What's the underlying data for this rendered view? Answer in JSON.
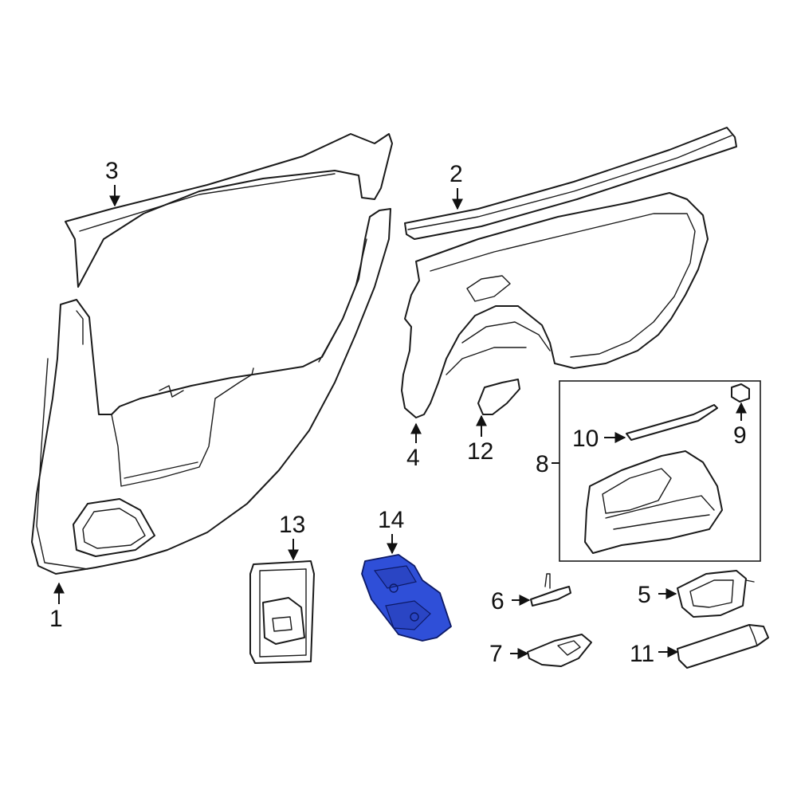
{
  "diagram": {
    "highlight_color": "#2f4fd8",
    "line_color": "#1a1a1a",
    "callouts": [
      {
        "id": "1",
        "label": "1"
      },
      {
        "id": "2",
        "label": "2"
      },
      {
        "id": "3",
        "label": "3"
      },
      {
        "id": "4",
        "label": "4"
      },
      {
        "id": "5",
        "label": "5"
      },
      {
        "id": "6",
        "label": "6"
      },
      {
        "id": "7",
        "label": "7"
      },
      {
        "id": "8",
        "label": "8"
      },
      {
        "id": "9",
        "label": "9"
      },
      {
        "id": "10",
        "label": "10"
      },
      {
        "id": "11",
        "label": "11"
      },
      {
        "id": "12",
        "label": "12"
      },
      {
        "id": "13",
        "label": "13"
      },
      {
        "id": "14",
        "label": "14"
      }
    ]
  }
}
